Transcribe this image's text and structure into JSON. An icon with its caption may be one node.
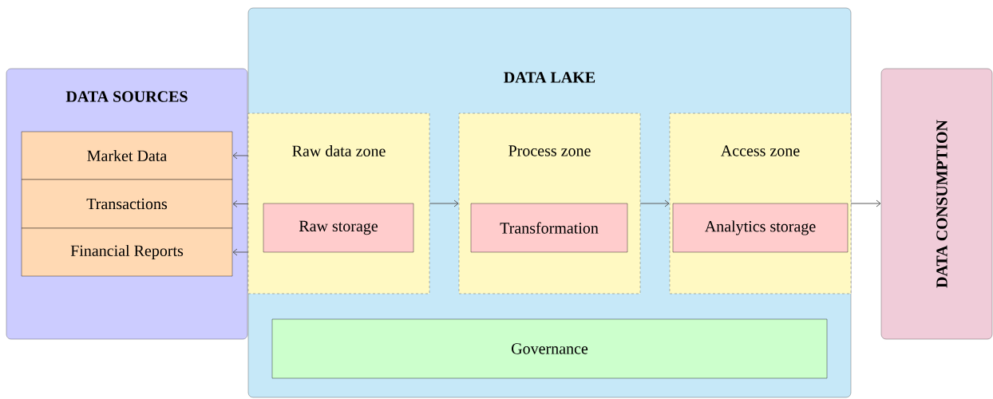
{
  "diagram": {
    "nodes": [
      {
        "text": [
          "DATA SOURCES"
        ]
      },
      {
        "text": [
          "Market Data"
        ],
        "in": 0
      },
      {
        "text": [
          "Transactions"
        ],
        "in": 0
      },
      {
        "text": [
          "Financial Reports"
        ],
        "in": 0
      },
      {
        "text": [
          "DATA LAKE"
        ]
      },
      {
        "text": [
          "Raw data zone"
        ],
        "in": 4
      },
      {
        "text": [
          "Raw storage"
        ],
        "in": 5
      },
      {
        "text": [
          "Process zone"
        ],
        "in": 4
      },
      {
        "text": [
          "Transformation"
        ],
        "in": 7
      },
      {
        "text": [
          "Access zone"
        ],
        "in": 4
      },
      {
        "text": [
          "Analytics storage"
        ],
        "in": 9
      },
      {
        "text": [
          "Governance"
        ],
        "in": 4
      },
      {
        "text": [
          "DATA CONSUMPTION"
        ]
      }
    ],
    "edges": [
      {
        "from": 5,
        "to": 1,
        "arrow": "to"
      },
      {
        "from": 5,
        "to": 2,
        "arrow": "to"
      },
      {
        "from": 5,
        "to": 3,
        "arrow": "to"
      },
      {
        "from": 5,
        "to": 7,
        "arrow": "to"
      },
      {
        "from": 7,
        "to": 9,
        "arrow": "to"
      },
      {
        "from": 9,
        "to": 12,
        "arrow": "to"
      }
    ]
  }
}
